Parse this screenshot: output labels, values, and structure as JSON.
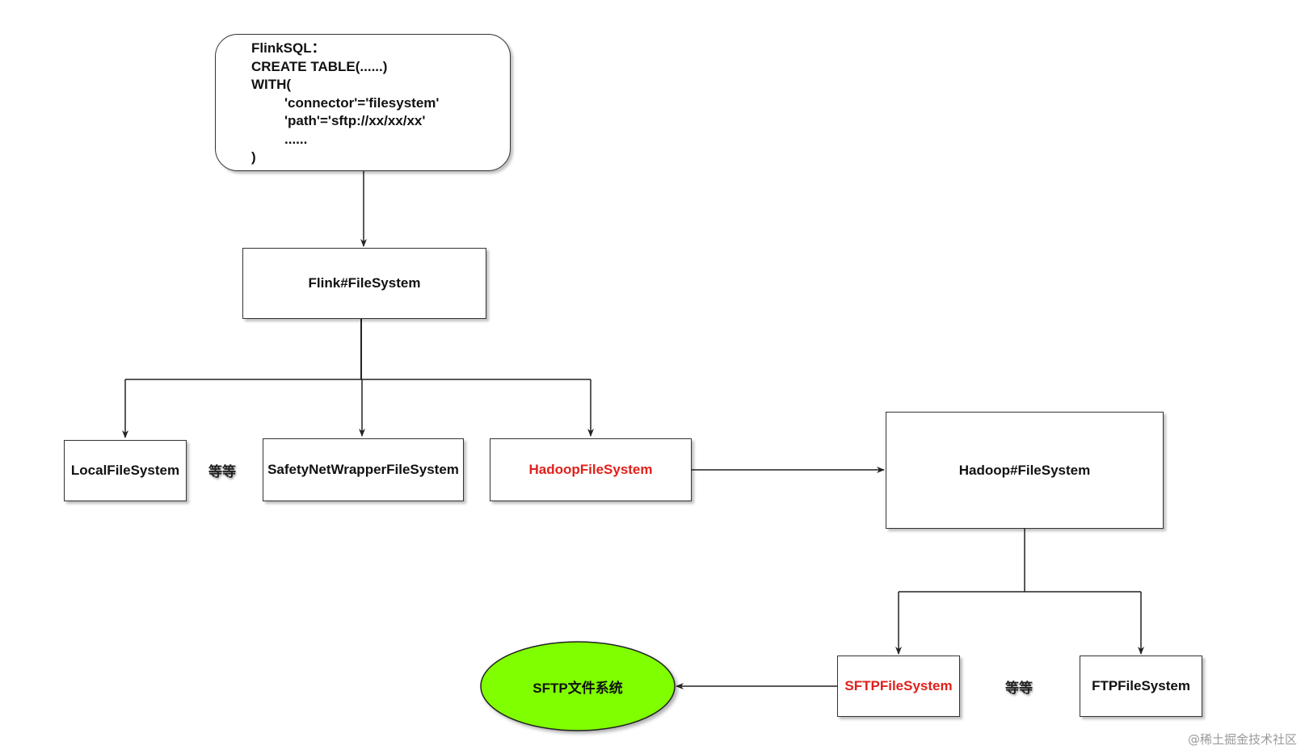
{
  "sql_box": {
    "lines": [
      "FlinkSQL：",
      "CREATE TABLE(......)",
      "WITH("
    ],
    "indented_lines": [
      "'connector'='filesystem'",
      "'path'='sftp://xx/xx/xx'",
      "......"
    ],
    "closing": ")"
  },
  "nodes": {
    "flink_fs": "Flink#FileSystem",
    "local_fs": "LocalFileSystem",
    "etc1": "等等",
    "safety_fs": "SafetyNetWrapperFileSystem",
    "hadoop_fs": "HadoopFileSystem",
    "hadoop_hash_fs": "Hadoop#FileSystem",
    "sftp_fs": "SFTPFileSystem",
    "etc2": "等等",
    "ftp_fs": "FTPFileSystem",
    "sftp_target": "SFTP文件系统"
  },
  "colors": {
    "highlight_text": "#e0201b",
    "ellipse_fill": "#80ff00",
    "line": "#222222"
  },
  "watermark": "@稀土掘金技术社区"
}
